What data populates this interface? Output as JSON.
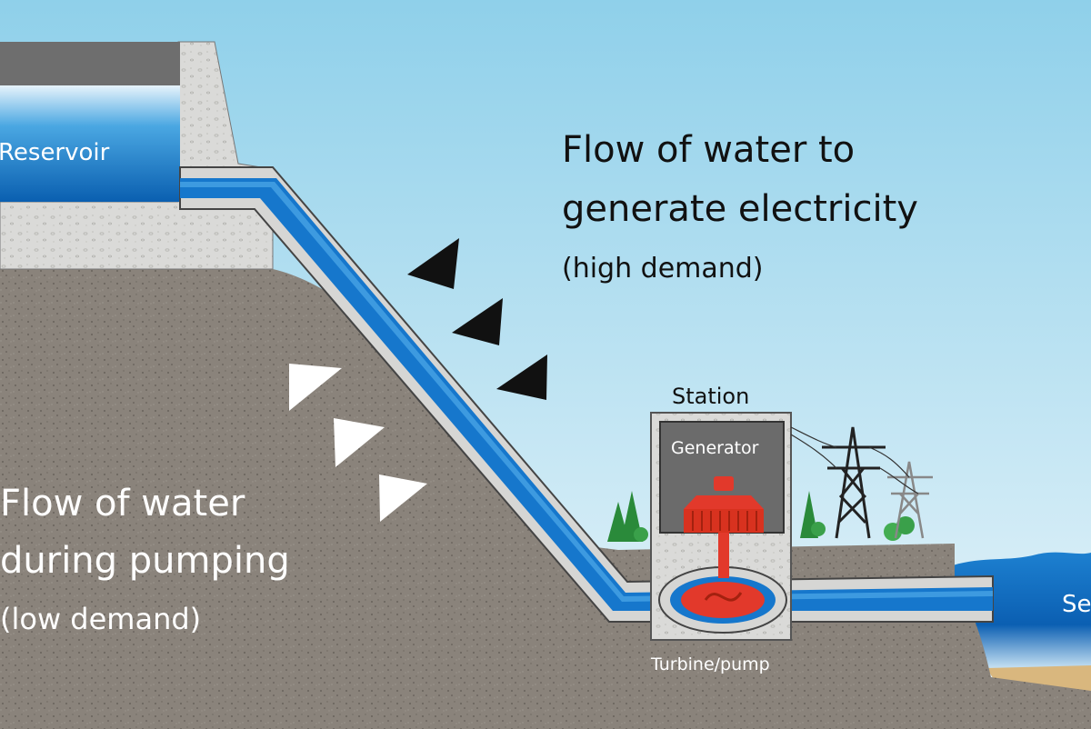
{
  "labels": {
    "reservoir": "Reservoir",
    "generate_line1": "Flow of water to",
    "generate_line2": "generate electricity",
    "generate_sub": "(high demand)",
    "pumping_line1": "Flow of water",
    "pumping_line2": "during pumping",
    "pumping_sub": "(low demand)",
    "station": "Station",
    "generator": "Generator",
    "turbine": "Turbine/pump",
    "sea": "Se"
  },
  "colors": {
    "sky_top": "#bfe3f1",
    "sky_bottom": "#e9f5fa",
    "ground": "#8c857d",
    "concrete": "#d8d8d6",
    "water_dark": "#0b6bc0",
    "water_light": "#3fa2e3",
    "pipe_outline": "#444444",
    "turbine_red": "#e2392b",
    "arrow_dark": "#111111",
    "arrow_light": "#ffffff",
    "tree": "#2a8a3a"
  },
  "icons": [
    "tree-icon",
    "pylon-icon",
    "generator-icon",
    "turbine-icon",
    "arrow-down-icon",
    "arrow-up-icon"
  ]
}
